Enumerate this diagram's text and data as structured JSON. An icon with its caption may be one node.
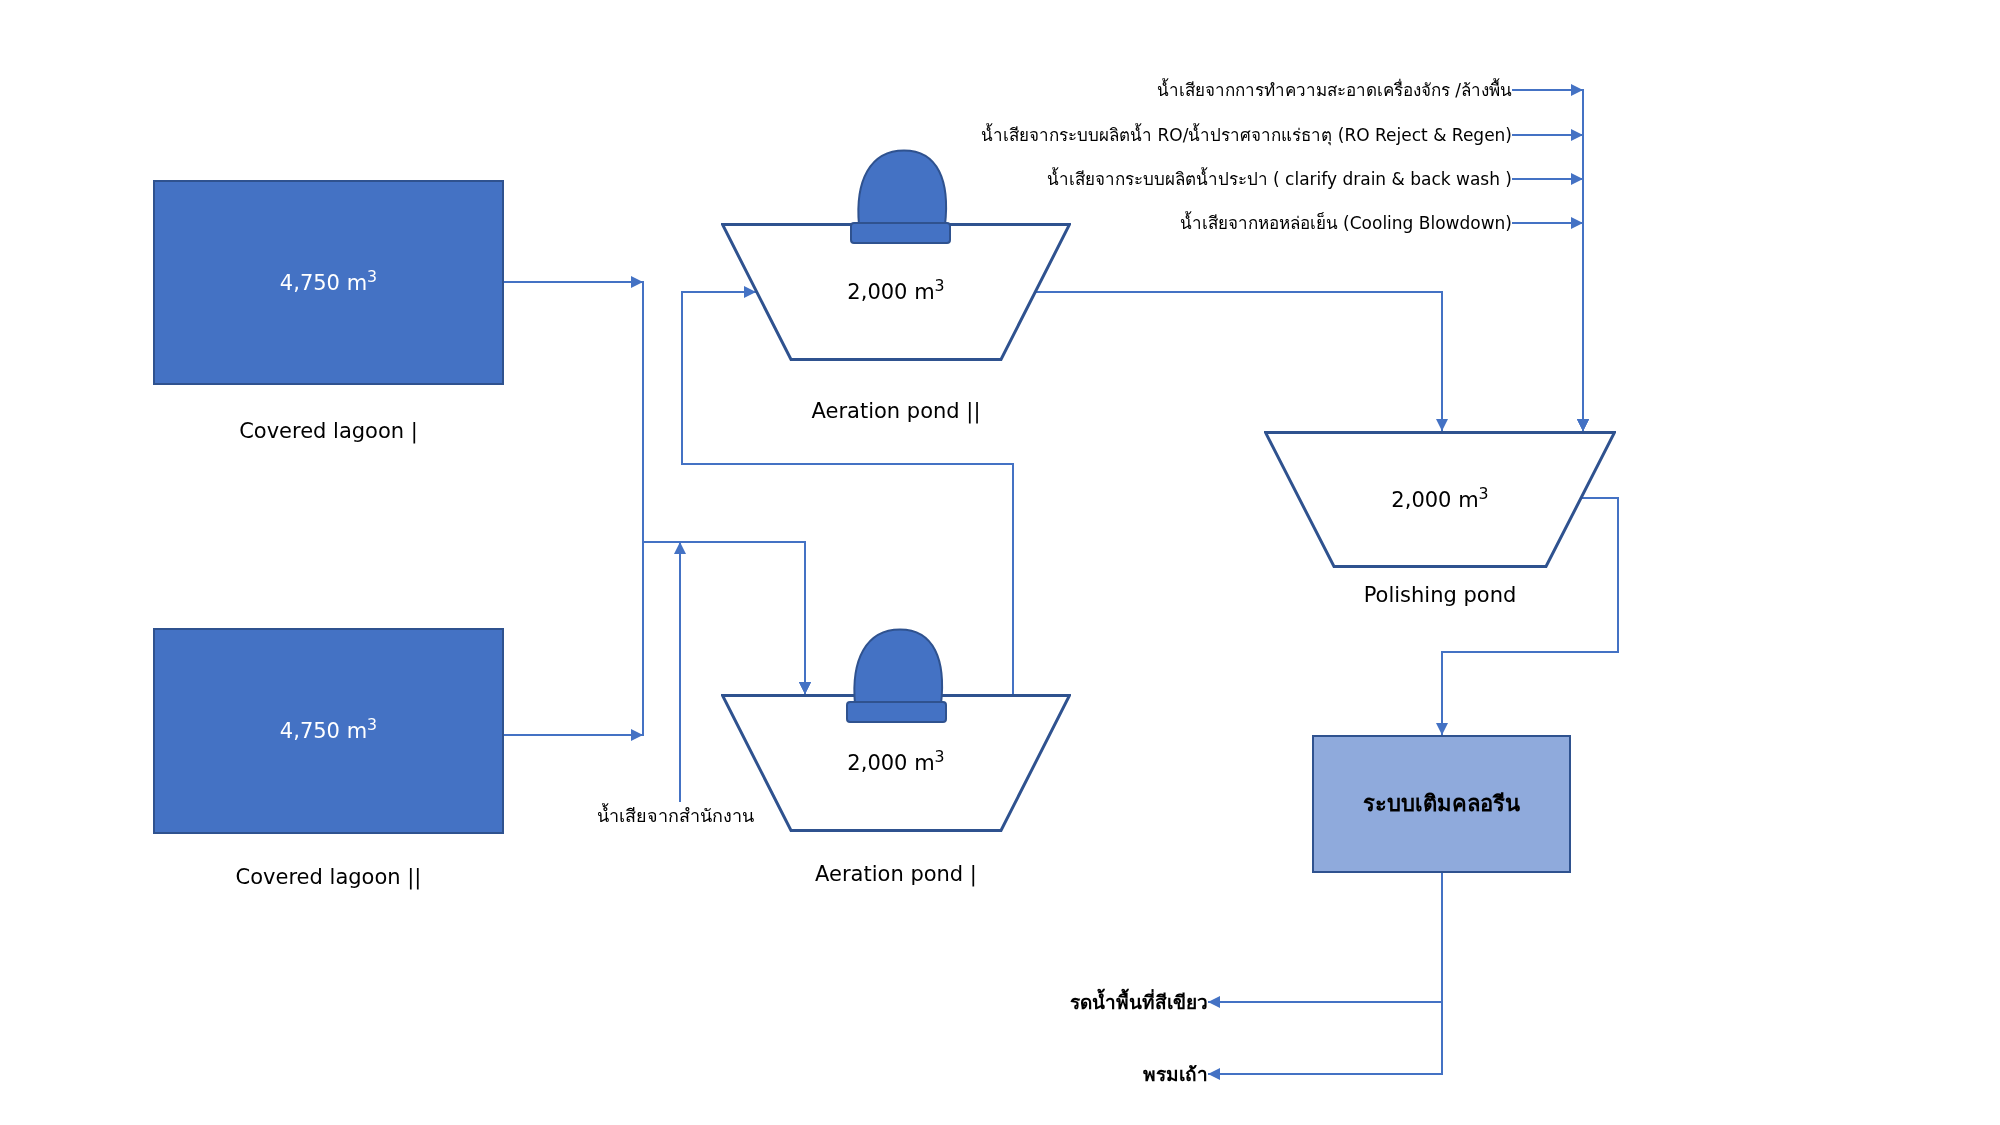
{
  "diagram": {
    "nodes": [
      {
        "text": [
          "4,750 m$^{3}$"
        ],
        "beside": [
          "Covered lagoon |"
        ]
      },
      {
        "text": [
          "2,000 m$^{3}$"
        ],
        "beside": [
          "Aeration pond ||"
        ]
      },
      {
        "text": [
          "น้ำเสียจากการทำความสะอาดเครื่องจักร /ล้างพื้น"
        ]
      },
      {
        "text": [
          "น้ำเสียจากระบบผลิตน้ำ RO/น้ำปราศจากแร่ธาตุ (RO Reject & Regen)"
        ]
      },
      {
        "text": [
          "น้ำเสียจากระบบผลิตน้ำประปา ( clarify drain & back wash )"
        ]
      },
      {
        "text": [
          "น้ำเสียจากหอหล่อเย็น (Cooling Blowdown)"
        ]
      },
      {
        "text": [
          "2,000 m$^{3}$"
        ],
        "beside": [
          "Polishing pond"
        ]
      },
      {
        "text": [
          "น้ำเสียจากสำนักงาน"
        ]
      },
      {
        "text": [
          "4,750 m$^{3}$"
        ],
        "beside": [
          "Covered lagoon ||"
        ]
      },
      {
        "text": [
          "2,000 m$^{3}$"
        ],
        "beside": [
          "Aeration pond |"
        ]
      },
      {
        "text": [
          "ระบบเติมคลอรีน"
        ]
      },
      {
        "text": [
          "รดน้ำพื้นที่สีเขียว"
        ]
      },
      {
        "text": [
          "พรมเถ้า"
        ]
      }
    ],
    "edges": [
      {
        "from": 0,
        "to": 9,
        "arrow": "to"
      },
      {
        "from": 8,
        "to": 9,
        "arrow": "to"
      },
      {
        "from": 7,
        "to": 9,
        "arrow": "to"
      },
      {
        "from": 9,
        "to": 1,
        "arrow": "to"
      },
      {
        "from": 1,
        "to": 6,
        "arrow": "to"
      },
      {
        "from": 2,
        "to": 6,
        "arrow": "to"
      },
      {
        "from": 3,
        "to": 6,
        "arrow": "to"
      },
      {
        "from": 4,
        "to": 6,
        "arrow": "to"
      },
      {
        "from": 5,
        "to": 6,
        "arrow": "to"
      },
      {
        "from": 6,
        "to": 10,
        "arrow": "to"
      },
      {
        "from": 10,
        "to": 11,
        "arrow": "to"
      },
      {
        "from": 10,
        "to": 12,
        "arrow": "to"
      }
    ]
  }
}
